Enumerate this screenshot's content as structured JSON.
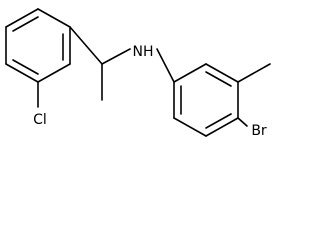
{
  "molecule": {
    "atoms": [
      {
        "id": "n",
        "label": "NH"
      },
      {
        "id": "cl",
        "label": "Cl"
      },
      {
        "id": "br",
        "label": "Br"
      }
    ]
  },
  "colors": {
    "bond": "#000000",
    "label": "#000000",
    "background": "#ffffff"
  }
}
